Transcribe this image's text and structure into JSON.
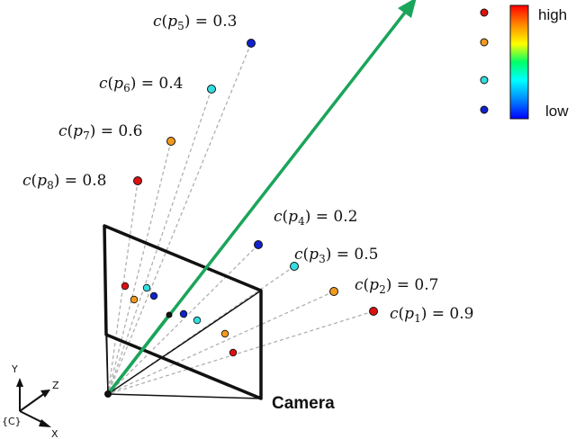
{
  "colors": {
    "ray": "#b0b0b0",
    "arrow": "#1aa55a",
    "frame": "#111111",
    "high": "#dd1111",
    "mid_high": "#f39a1e",
    "mid_low": "#33dde0",
    "low": "#1122cc"
  },
  "labels": {
    "camera": "Camera",
    "frame_label": "{C}",
    "axis_x": "X",
    "axis_y": "Y",
    "axis_z": "Z"
  },
  "legend": {
    "high": "high",
    "low": "low",
    "gradient": [
      "#ff0000",
      "#ff8800",
      "#ffff00",
      "#00ff66",
      "#00ffff",
      "#0088ff",
      "#0000ff"
    ]
  },
  "points": [
    {
      "id": "p1",
      "name": "c(p",
      "sub": "1",
      "rest": ") = 0.9",
      "confidence": 0.9,
      "color": "#dd1111"
    },
    {
      "id": "p2",
      "name": "c(p",
      "sub": "2",
      "rest": ") = 0.7",
      "confidence": 0.7,
      "color": "#f39a1e"
    },
    {
      "id": "p3",
      "name": "c(p",
      "sub": "3",
      "rest": ") = 0.5",
      "confidence": 0.5,
      "color": "#33dde0"
    },
    {
      "id": "p4",
      "name": "c(p",
      "sub": "4",
      "rest": ") = 0.2",
      "confidence": 0.2,
      "color": "#1122cc"
    },
    {
      "id": "p5",
      "name": "c(p",
      "sub": "5",
      "rest": ") = 0.3",
      "confidence": 0.3,
      "color": "#1122cc"
    },
    {
      "id": "p6",
      "name": "c(p",
      "sub": "6",
      "rest": ") = 0.4",
      "confidence": 0.4,
      "color": "#33dde0"
    },
    {
      "id": "p7",
      "name": "c(p",
      "sub": "7",
      "rest": ") = 0.6",
      "confidence": 0.6,
      "color": "#f39a1e"
    },
    {
      "id": "p8",
      "name": "c(p",
      "sub": "8",
      "rest": ") = 0.8",
      "confidence": 0.8,
      "color": "#dd1111"
    }
  ]
}
